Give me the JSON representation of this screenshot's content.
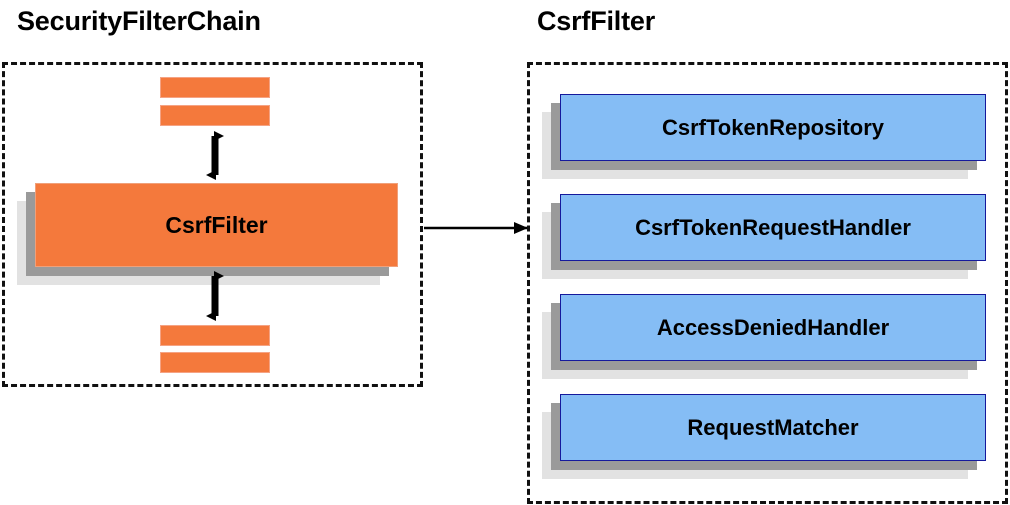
{
  "diagram": {
    "type": "component-diagram",
    "background": "#ffffff",
    "colors": {
      "orange_fill": "#f4793c",
      "orange_border": "#f0a07a",
      "blue_fill": "#85bdf5",
      "blue_border": "#15199c",
      "shadow_dark": "#9a9a9a",
      "shadow_light": "#e2e2e2",
      "outline_dashed": "#111111",
      "text": "#000000",
      "arrow": "#000000"
    }
  },
  "left_panel": {
    "title": "SecurityFilterChain",
    "boxes": [
      {
        "label": "CsrfFilter"
      }
    ],
    "filler_bars": [
      {
        "position": "top-1"
      },
      {
        "position": "top-2"
      },
      {
        "position": "bottom-1"
      },
      {
        "position": "bottom-2"
      }
    ],
    "connectors": [
      {
        "name": "top-double-arrow",
        "style": "double-headed-vertical"
      },
      {
        "name": "bottom-double-arrow",
        "style": "double-headed-vertical"
      }
    ]
  },
  "right_panel": {
    "title": "CsrfFilter",
    "boxes": [
      {
        "label": "CsrfTokenRepository"
      },
      {
        "label": "CsrfTokenRequestHandler"
      },
      {
        "label": "AccessDeniedHandler"
      },
      {
        "label": "RequestMatcher"
      }
    ]
  },
  "cross_connector": {
    "name": "expand-arrow",
    "style": "single-headed-horizontal",
    "from": "SecurityFilterChain.CsrfFilter",
    "to": "CsrfFilter"
  }
}
